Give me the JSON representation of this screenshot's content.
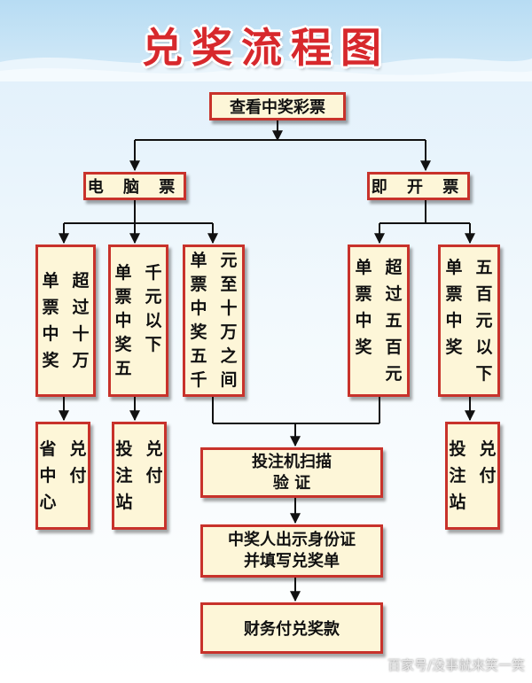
{
  "title": "兑奖流程图",
  "top": "查看中奖彩票",
  "branch_left": "电 脑 票",
  "branch_right": "即 开 票",
  "cond1": [
    "单票中奖",
    "超过十万"
  ],
  "cond2": [
    "单票中奖五",
    "千元以下"
  ],
  "cond3": [
    "单票中奖五千",
    "元至十万之间"
  ],
  "cond4": [
    "单票中奖",
    "超过五百元"
  ],
  "cond5": [
    "单票中奖",
    "五百元以下"
  ],
  "dest1": [
    "省中心",
    "兑付"
  ],
  "dest2": [
    "投注站",
    "兑付"
  ],
  "dest5": [
    "投注站",
    "兑付"
  ],
  "step1": [
    "投注机扫描",
    "验 证"
  ],
  "step2": [
    "中奖人出示身份证",
    "并填写兑奖单"
  ],
  "step3": "财务付兑奖款",
  "watermark": "百家号/没事就来笑一笑",
  "colors": {
    "border": "#c8322b",
    "box_fill": "#fdf6d8",
    "title": "#d7282c",
    "line": "#111111"
  }
}
